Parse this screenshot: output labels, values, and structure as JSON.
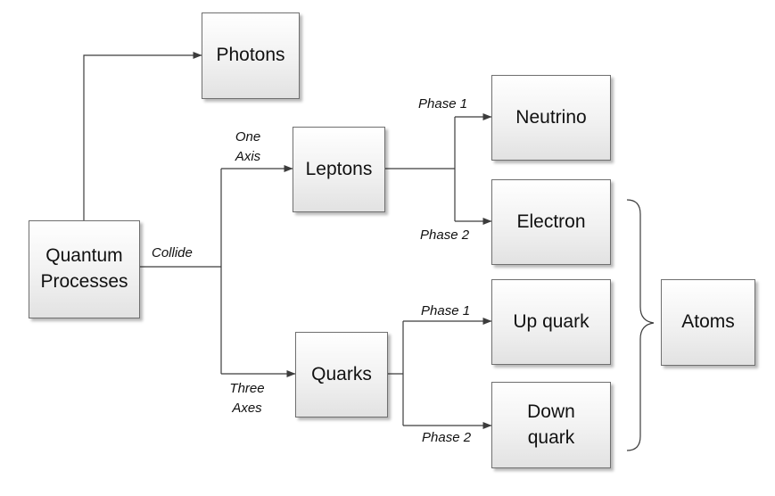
{
  "nodes": {
    "photons": "Photons",
    "quantum_processes": "Quantum\nProcesses",
    "leptons": "Leptons",
    "quarks": "Quarks",
    "neutrino": "Neutrino",
    "electron": "Electron",
    "up_quark": "Up quark",
    "down_quark": "Down\nquark",
    "atoms": "Atoms"
  },
  "edge_labels": {
    "collide": "Collide",
    "one_axis": "One\nAxis",
    "three_axes": "Three\nAxes",
    "leptons_phase_1": "Phase 1",
    "leptons_phase_2": "Phase 2",
    "quarks_phase_1": "Phase 1",
    "quarks_phase_2": "Phase 2"
  },
  "colors": {
    "line": "#3c3c3c",
    "node_border": "#6f6f6f"
  }
}
